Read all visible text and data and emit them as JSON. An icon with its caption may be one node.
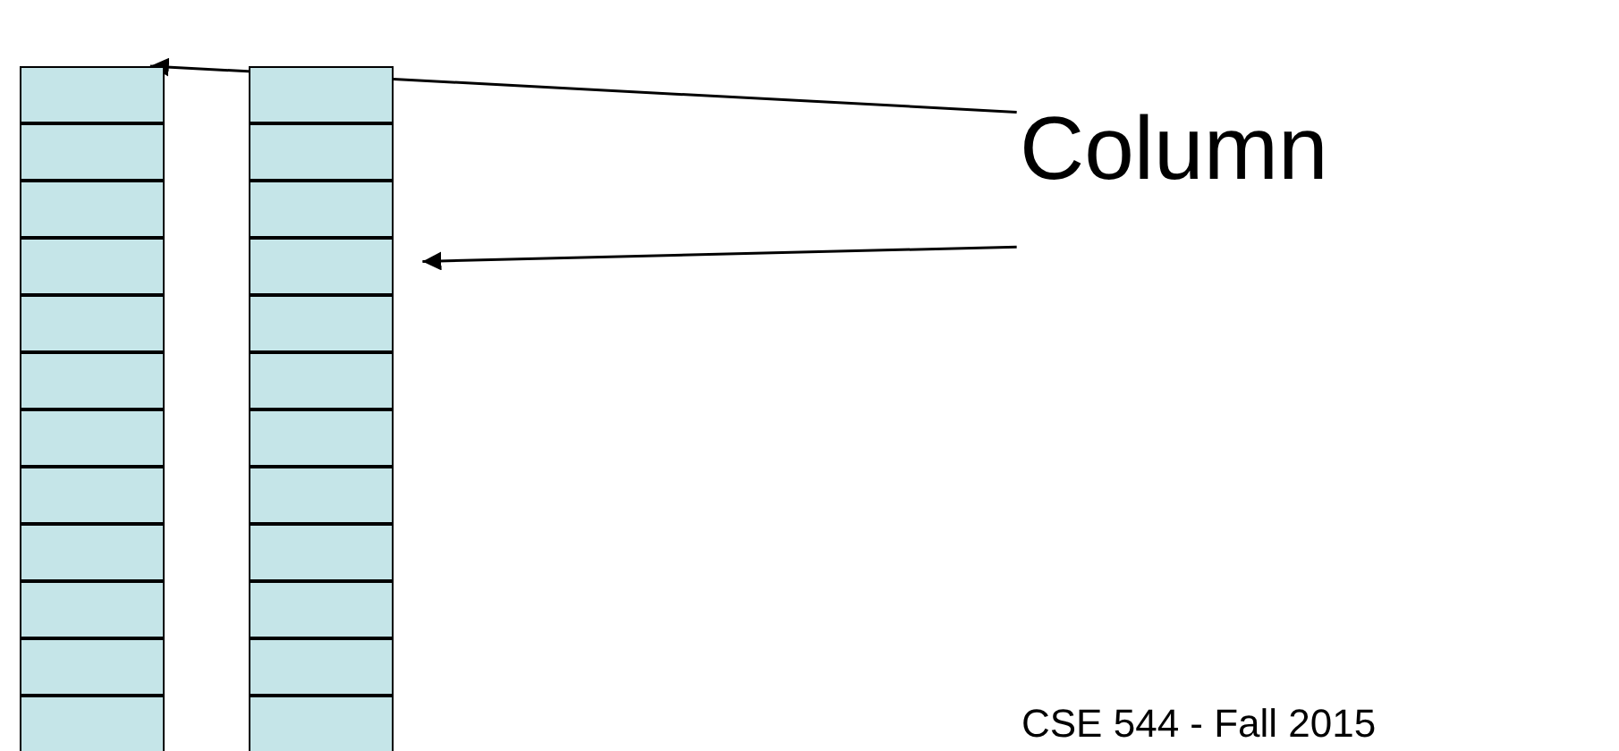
{
  "diagram": {
    "nodes": [
      {
        "text": [
          "Column"
        ]
      },
      {
        "text": [],
        "shape": "bar"
      },
      {
        "text": [],
        "shape": "bar"
      }
    ],
    "edges": [
      {
        "from": 0,
        "to": 1,
        "arrow": "to"
      },
      {
        "from": 0,
        "to": 2,
        "arrow": "to"
      }
    ],
    "labels": [
      "CSE 544 - Fall 2015"
    ]
  }
}
